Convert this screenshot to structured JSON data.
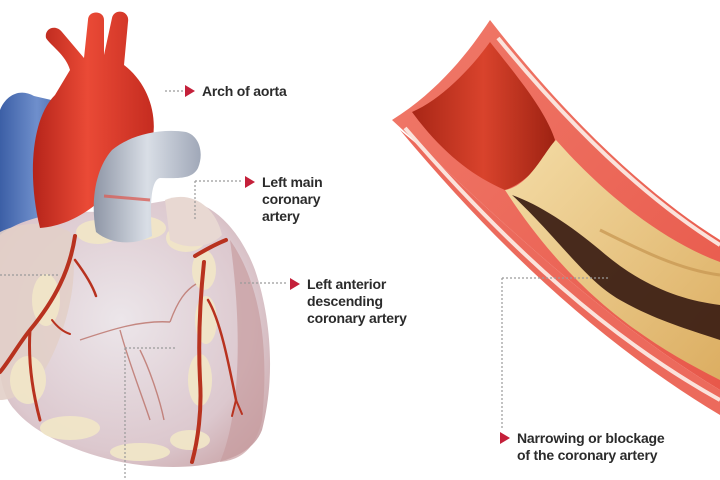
{
  "diagram": {
    "subject": "Coronary artery disease",
    "colors": {
      "background": "#ffffff",
      "label_text": "#2b2b2b",
      "label_arrow": "#c4203a",
      "leader_line": "#9a9a9a",
      "aorta_red": "#d8382a",
      "vein_blue": "#4a6fb3",
      "pulmonary_grey": "#b9c0cc",
      "heart_tissue": "#e6d6d6",
      "fat_tissue": "#efe3c4",
      "artery_wall": "#ec6a5c",
      "artery_lumen": "#c8321f",
      "plaque": "#e8c88a",
      "plaque_dark": "#3a1c12"
    },
    "labels": [
      {
        "id": "arch-of-aorta",
        "text": "Arch of aorta"
      },
      {
        "id": "left-main-coronary-artery",
        "text": "Left main\ncoronary\nartery"
      },
      {
        "id": "left-anterior-descending",
        "text": "Left anterior\ndescending\ncoronary artery"
      },
      {
        "id": "narrowing-blockage",
        "text": "Narrowing or blockage\nof the coronary artery"
      }
    ],
    "illustrations": [
      {
        "id": "heart",
        "description": "Anterior view of heart with coronary arteries"
      },
      {
        "id": "artery-cutaway",
        "description": "Cross-section of coronary artery with plaque buildup"
      }
    ]
  }
}
